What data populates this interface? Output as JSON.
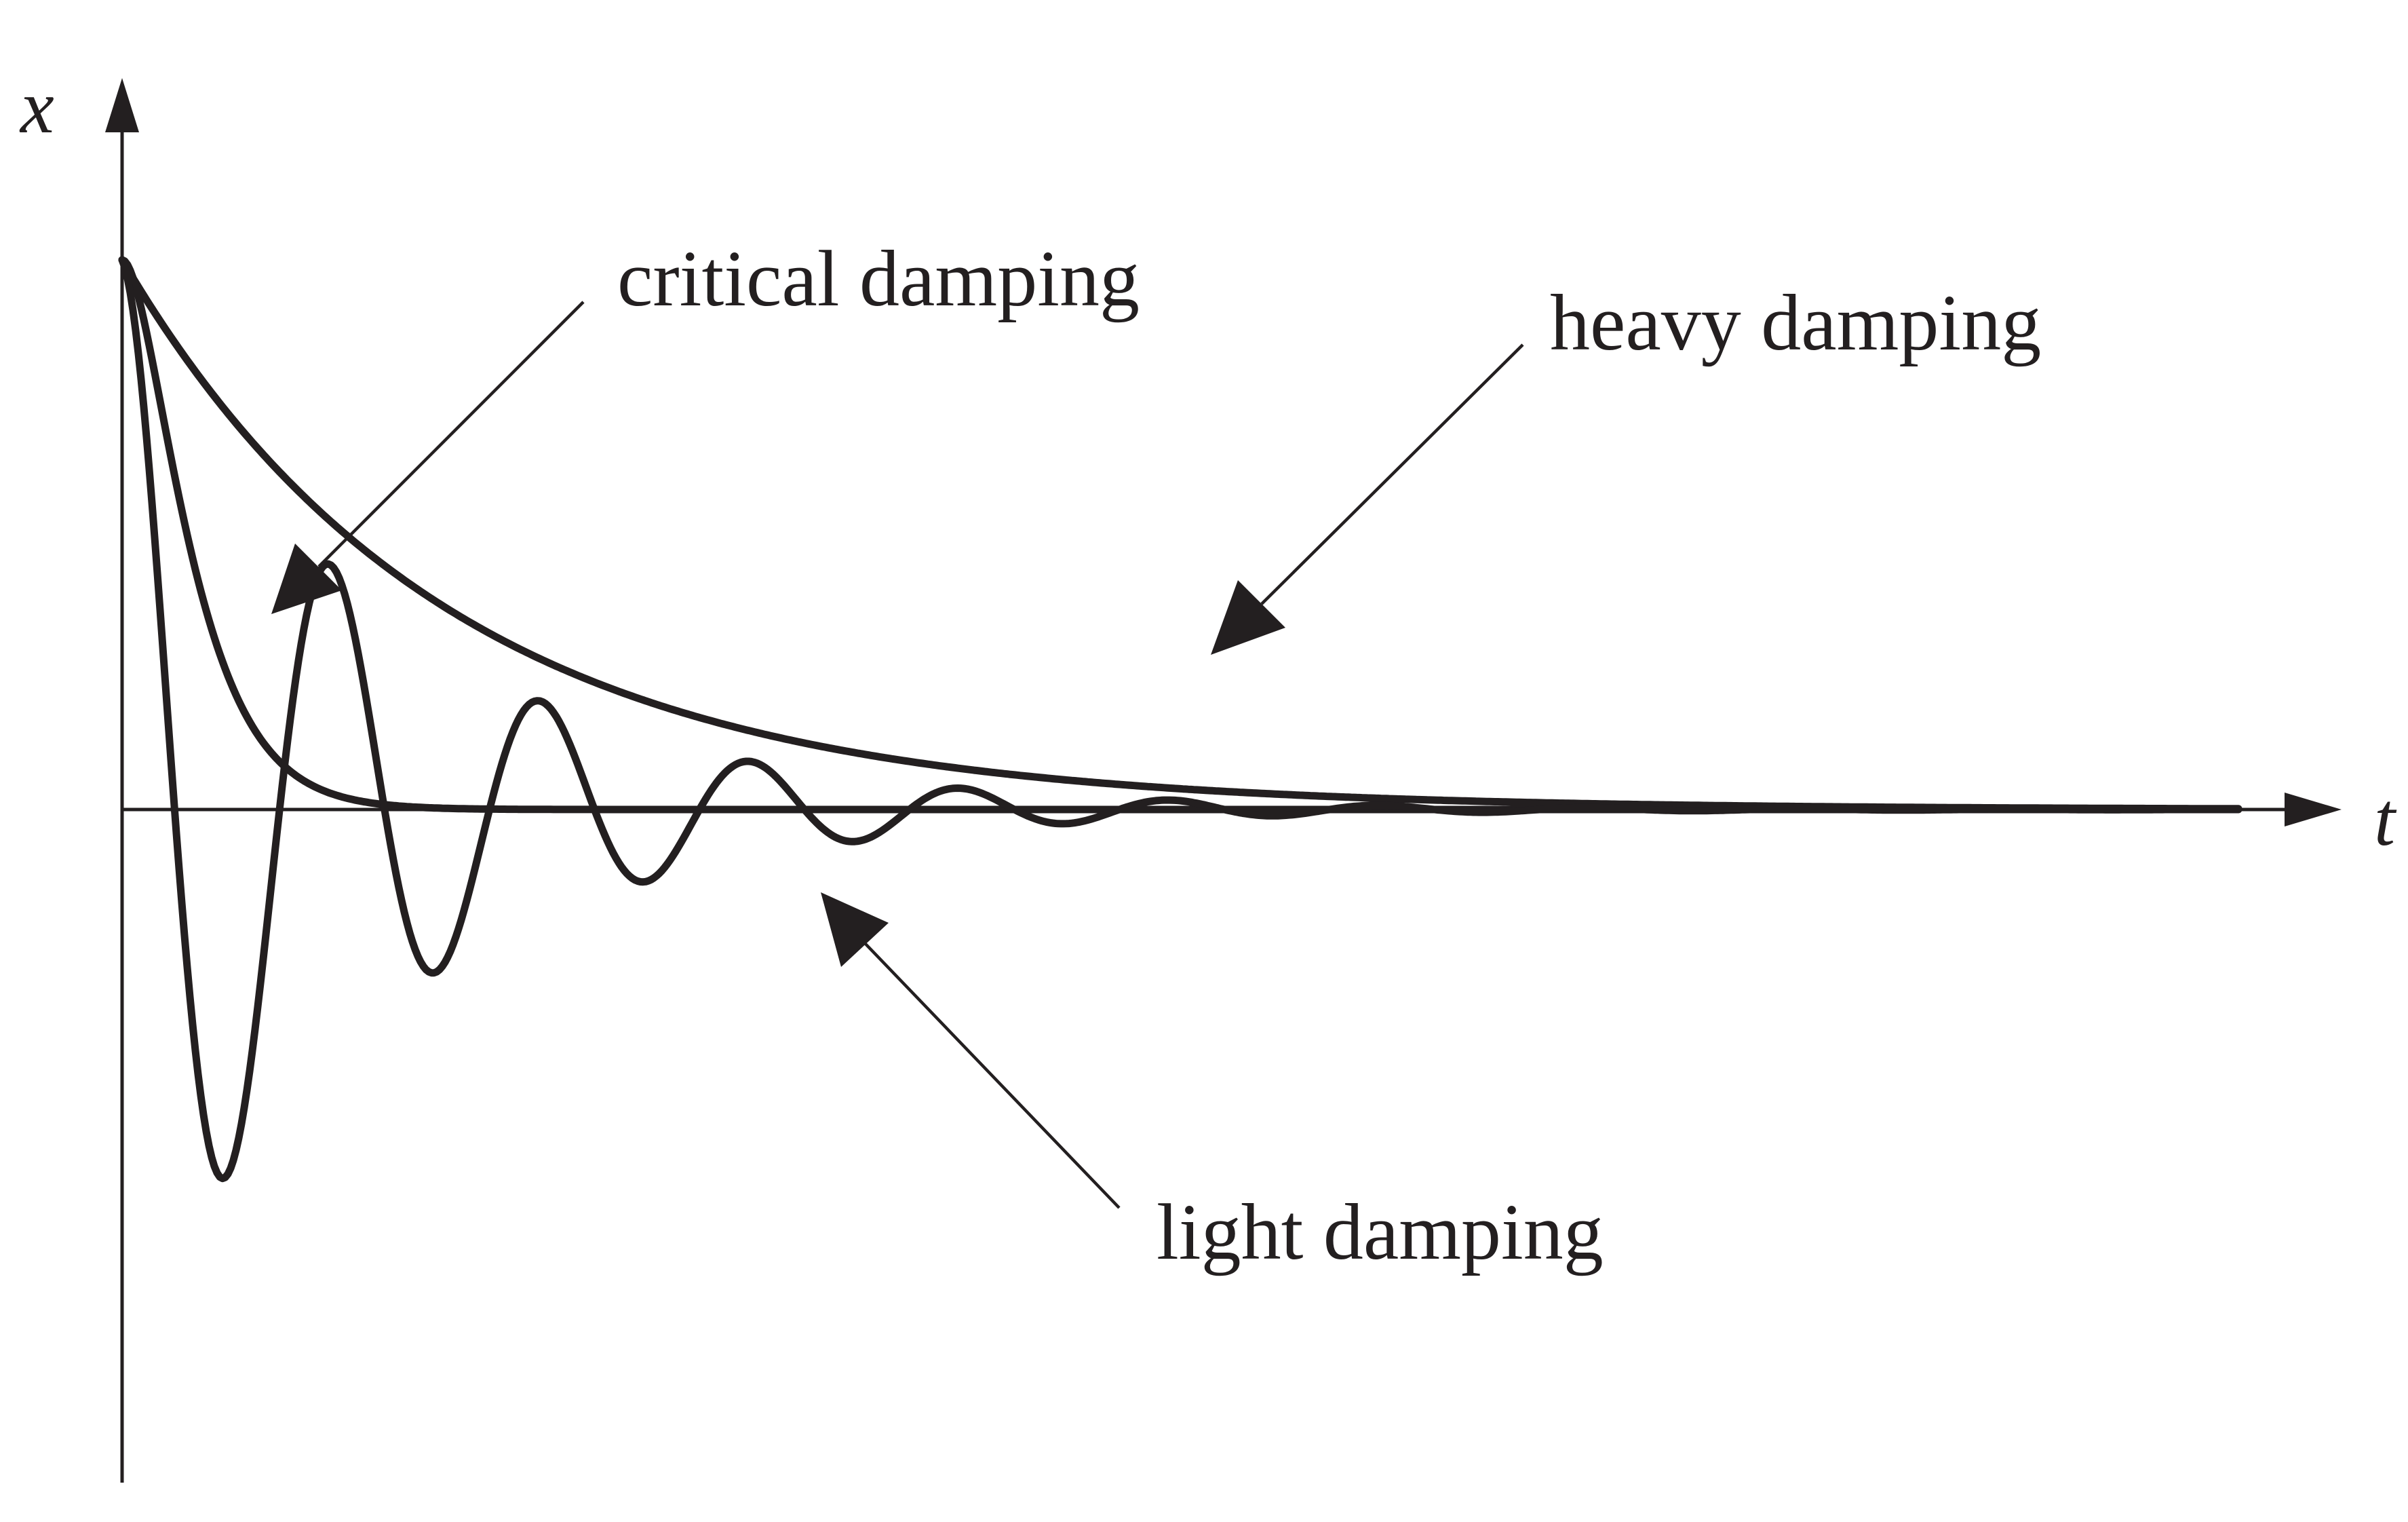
{
  "axes": {
    "vertical_label": "x",
    "horizontal_label": "t"
  },
  "annotations": {
    "critical": "critical damping",
    "heavy": "heavy damping",
    "light": "light damping"
  },
  "curves": [
    {
      "id": "heavy",
      "kind": "exponential-decay",
      "x0": 1.0,
      "decay_rate": 0.0021
    },
    {
      "id": "critical",
      "kind": "critically-damped",
      "x0": 1.0,
      "rate": 0.0175
    },
    {
      "id": "light",
      "kind": "damped-oscillation",
      "x0": 1.0,
      "decay_rate": 0.00263,
      "angular_frequency": 0.0203
    }
  ],
  "colors": {
    "ink": "#231f20",
    "background": "#ffffff"
  }
}
